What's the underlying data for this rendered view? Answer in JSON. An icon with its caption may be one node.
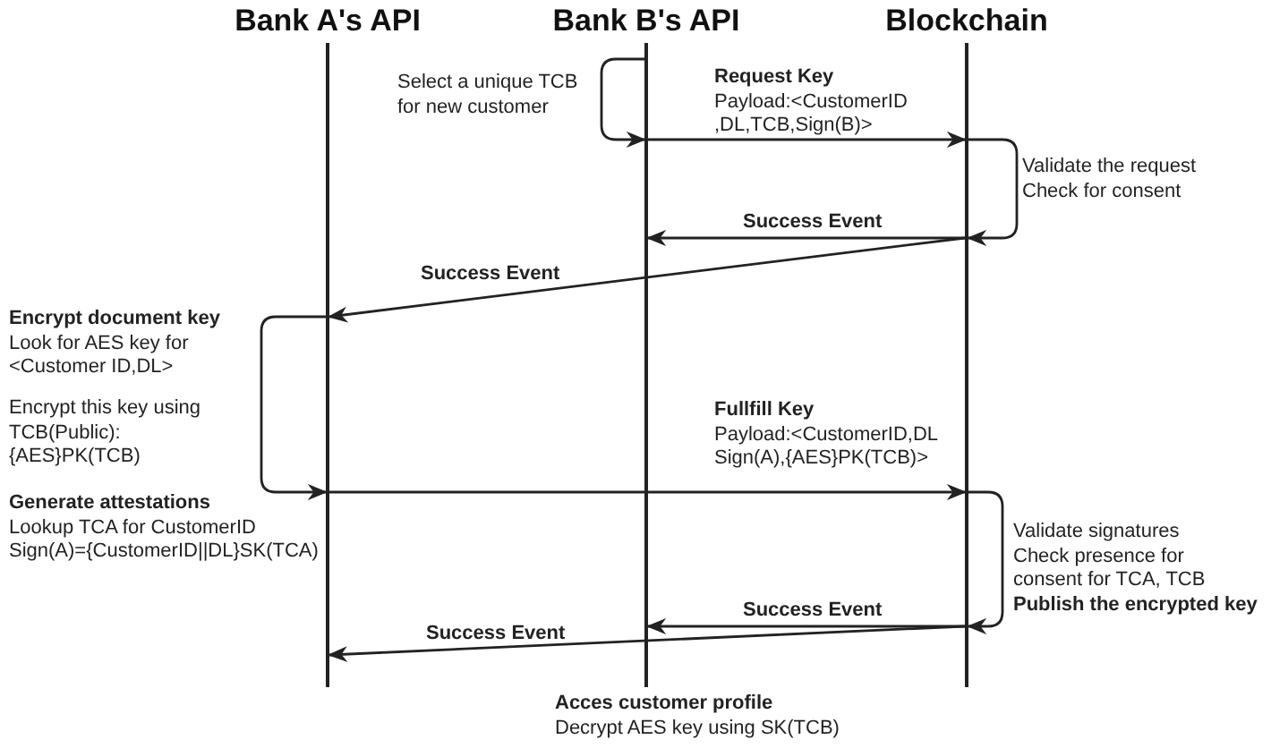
{
  "diagram": {
    "nodes": [
      {
        "text": [
          "Bank A's API"
        ]
      },
      {
        "text": [
          "Bank B's API"
        ]
      },
      {
        "text": [
          "Blockchain"
        ]
      }
    ],
    "edges": [
      {
        "from": 1,
        "to": 1,
        "arrow": "to"
      },
      {
        "from": 1,
        "to": 2,
        "arrow": "to",
        "label": "**Request Key** Payload:<CustomerID ,DL,TCB,Sign(B)>"
      },
      {
        "from": 2,
        "to": 2,
        "arrow": "to"
      },
      {
        "from": 2,
        "to": 1,
        "arrow": "to",
        "label": "**Success Event**"
      },
      {
        "from": 2,
        "to": 0,
        "arrow": "to",
        "label": "**Success Event**"
      },
      {
        "from": 0,
        "to": 0,
        "arrow": "to"
      },
      {
        "from": 0,
        "to": 2,
        "arrow": "to",
        "label": "**Fullfill Key** Payload:<CustomerID,DL Sign(A),{AES}PK(TCB)>"
      },
      {
        "from": 2,
        "to": 2,
        "arrow": "to"
      },
      {
        "from": 2,
        "to": 1,
        "arrow": "to",
        "label": "**Success Event**"
      },
      {
        "from": 2,
        "to": 0,
        "arrow": "to",
        "label": "**Success Event**"
      }
    ],
    "labels": [
      "Select a unique TCB for new customer",
      "Validate the request Check for consent",
      "**Encrypt document key** Look for AES key for <Customer ID,DL>",
      "Encrypt this key using TCB(Public): {AES}PK(TCB)",
      "**Generate attestations** Lookup TCA for CustomerID Sign(A)={CustomerID||DL}SK(TCA)",
      "Validate signatures Check presence for consent for TCA, TCB **Publish the encrypted key**",
      "**Acces customer profile** Decrypt AES key using SK(TCB)"
    ]
  }
}
